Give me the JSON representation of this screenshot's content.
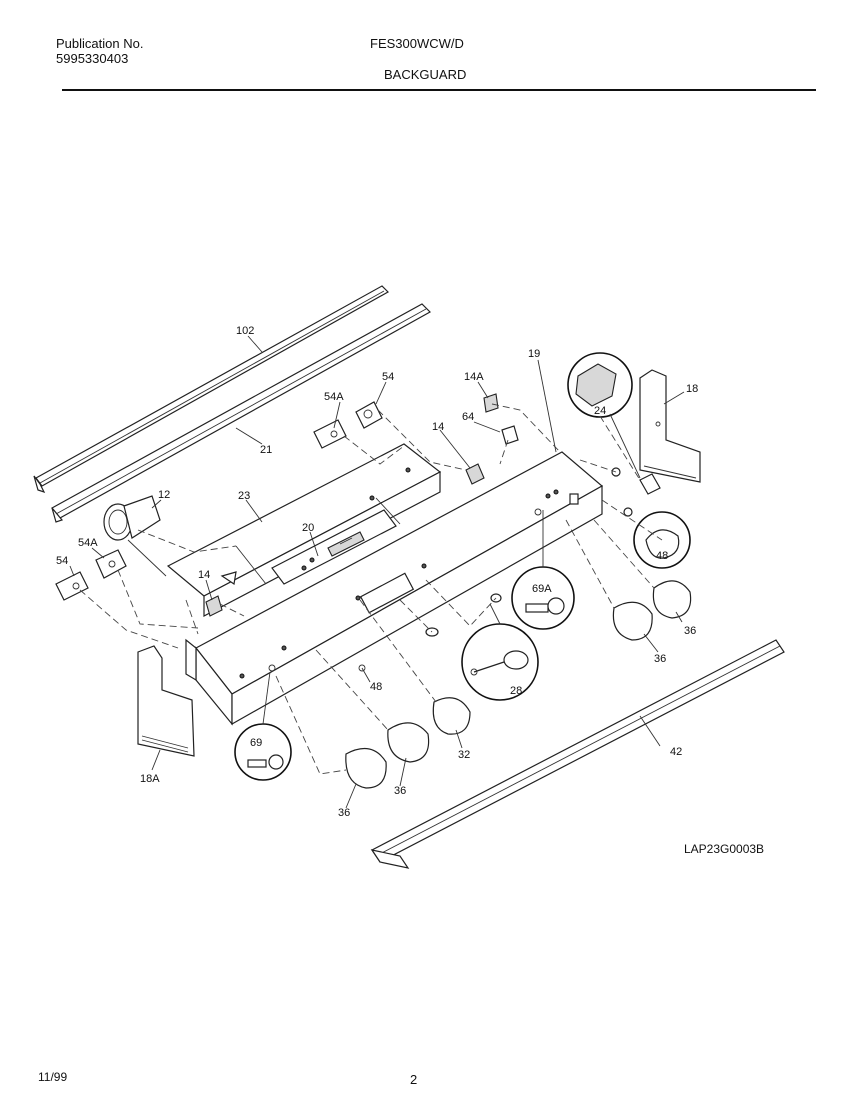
{
  "header": {
    "publication_label": "Publication No.",
    "publication_number": "5995330403",
    "model": "FES300WCW/D",
    "section": "BACKGUARD"
  },
  "diagram": {
    "drawing_code": "LAP23G0003B",
    "callouts": {
      "c102": "102",
      "c21": "21",
      "c19": "19",
      "c18": "18",
      "c18a": "18A",
      "c24": "24",
      "c14a": "14A",
      "c64": "64",
      "c14_top": "14",
      "c54_top": "54",
      "c54a_top": "54A",
      "c12": "12",
      "c23": "23",
      "c20": "20",
      "c54_left": "54",
      "c54a_left": "54A",
      "c14_left": "14",
      "c48_circle": "48",
      "c69a": "69A",
      "c36_a": "36",
      "c36_b": "36",
      "c28": "28",
      "c48_small": "48",
      "c32": "32",
      "c69": "69",
      "c36_c": "36",
      "c36_d": "36",
      "c42": "42"
    }
  },
  "footer": {
    "date": "11/99",
    "page": "2"
  }
}
